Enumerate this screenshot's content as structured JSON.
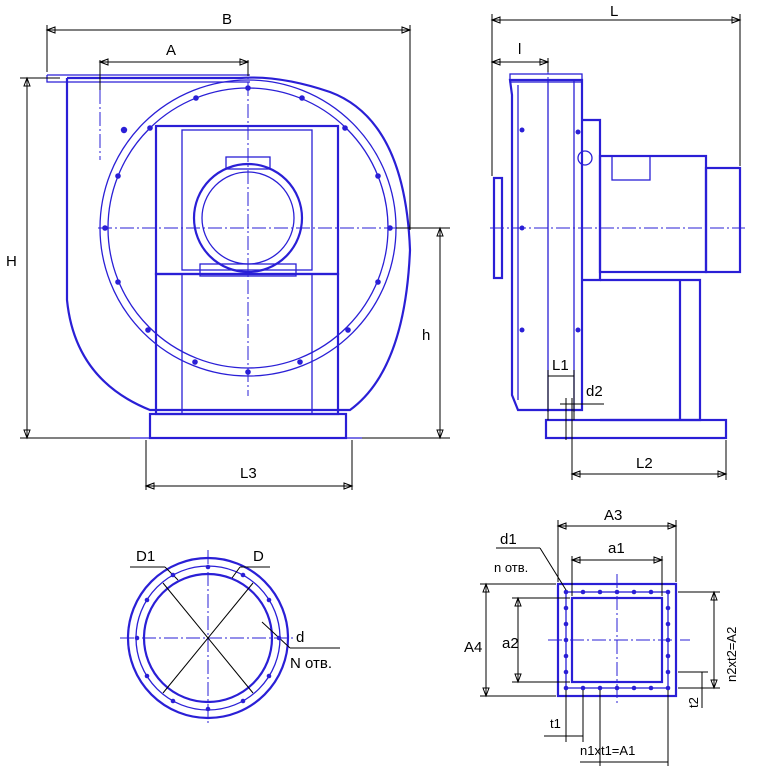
{
  "labels": {
    "B": "B",
    "A": "A",
    "H": "H",
    "h": "h",
    "L3": "L3",
    "L": "L",
    "l": "l",
    "L1": "L1",
    "d2": "d2",
    "L2": "L2",
    "D1": "D1",
    "D": "D",
    "d_round": "d",
    "N_holes": "N отв.",
    "A3": "A3",
    "d1": "d1",
    "n_holes": "n отв.",
    "a1": "a1",
    "A4": "A4",
    "a2": "a2",
    "n2t2": "n2xt2=A2",
    "t2": "t2",
    "t1": "t1",
    "n1t1": "n1xt1=A1"
  },
  "colors": {
    "outline": "#2a1fd6",
    "dimension": "#000000"
  }
}
